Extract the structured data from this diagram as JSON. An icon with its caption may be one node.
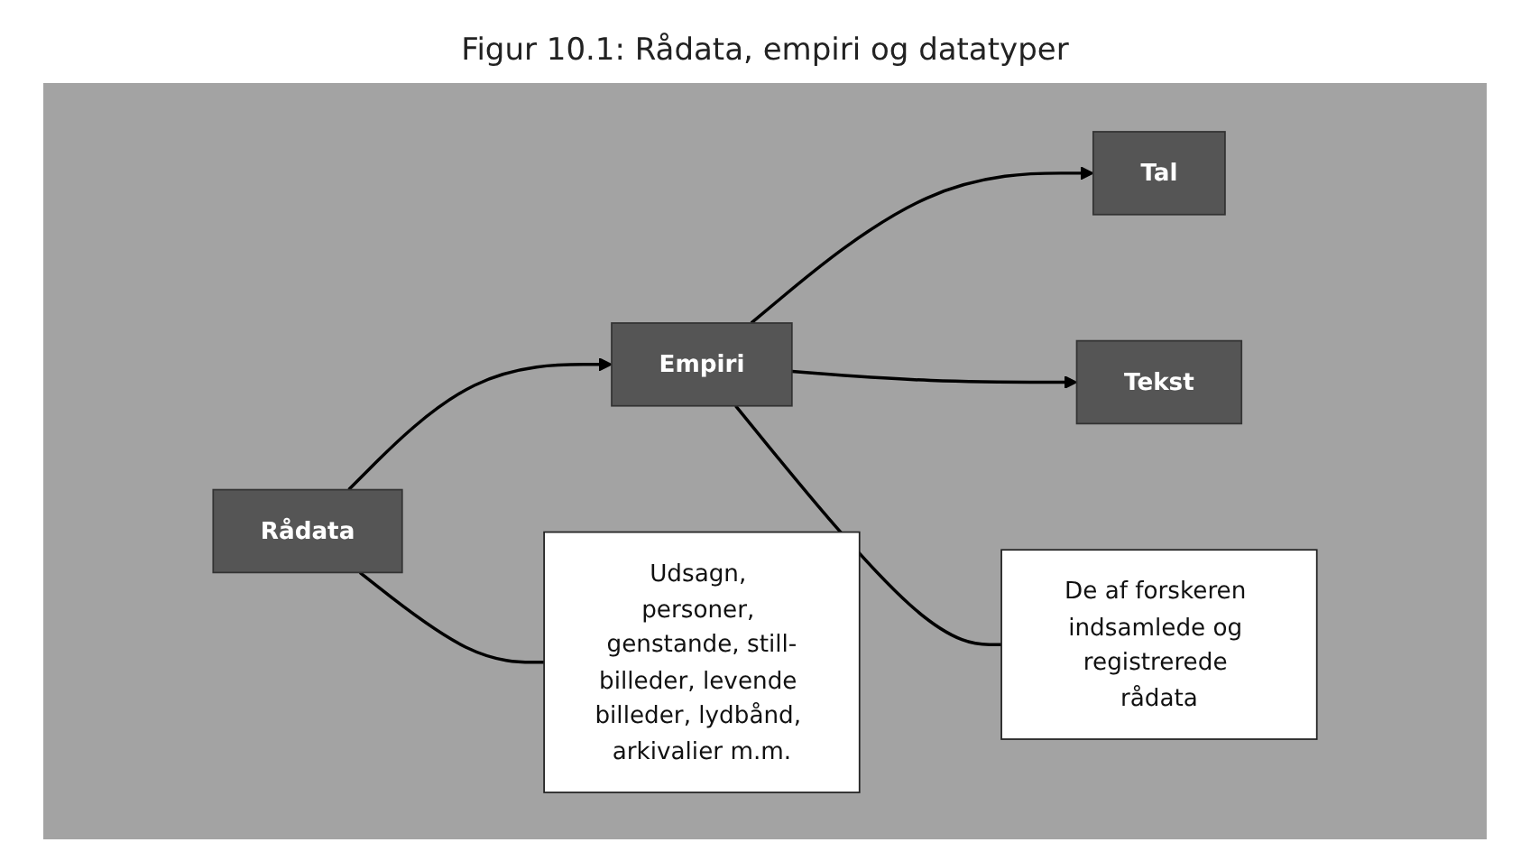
{
  "diagram": {
    "title": "Figur 10.1: Rådata, empiri og datatyper",
    "nodes": [
      {
        "text": [
          "Rådata"
        ]
      },
      {
        "text": [
          "Udsagn, personer, genstande, still-billeder, levende billeder, lydbånd, arkivalier m.m."
        ]
      },
      {
        "text": [
          "Empiri"
        ]
      },
      {
        "text": [
          "De af forskeren indsamlede og registrerede rådata"
        ]
      },
      {
        "text": [
          "Tal"
        ]
      },
      {
        "text": [
          "Tekst"
        ]
      }
    ],
    "edges": [
      {
        "from": 0,
        "to": 2,
        "arrow": "to"
      },
      {
        "from": 2,
        "to": 4,
        "arrow": "to"
      },
      {
        "from": 2,
        "to": 5,
        "arrow": "to"
      },
      {
        "from": 0,
        "to": 1,
        "arrow": "none"
      },
      {
        "from": 2,
        "to": 3,
        "arrow": "none"
      }
    ]
  }
}
